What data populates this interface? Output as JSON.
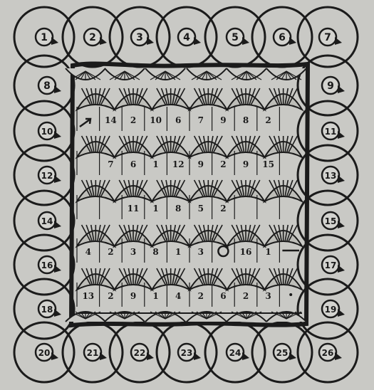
{
  "colors": {
    "paper": "#c9c9c5",
    "ink": "#1b1b1b"
  },
  "border": {
    "top": [
      "1",
      "2",
      "3",
      "4",
      "5",
      "6",
      "7"
    ],
    "left": [
      "8",
      "10",
      "12",
      "14",
      "16",
      "18"
    ],
    "right": [
      "9",
      "11",
      "13",
      "15",
      "17",
      "19"
    ],
    "bottom": [
      "20",
      "21",
      "22",
      "23",
      "24",
      "25",
      "26"
    ]
  },
  "grid": {
    "rows": [
      [
        "",
        "14",
        "2",
        "10",
        "6",
        "7",
        "9",
        "8",
        "2",
        ""
      ],
      [
        "",
        "7",
        "6",
        "1",
        "12",
        "9",
        "2",
        "9",
        "15",
        ""
      ],
      [
        "",
        "",
        "11",
        "1",
        "8",
        "5",
        "2",
        "",
        "",
        ""
      ],
      [
        "4",
        "2",
        "3",
        "8",
        "1",
        "3",
        "",
        "16",
        "1",
        ""
      ],
      [
        "13",
        "2",
        "9",
        "1",
        "4",
        "2",
        "6",
        "2",
        "3",
        ""
      ]
    ],
    "symbols": {
      "arrow_cell": "row1-col1",
      "circle_cell": "row4-col7",
      "dash_cell": "row4-col10",
      "dot_cell": "row5-col10"
    }
  }
}
